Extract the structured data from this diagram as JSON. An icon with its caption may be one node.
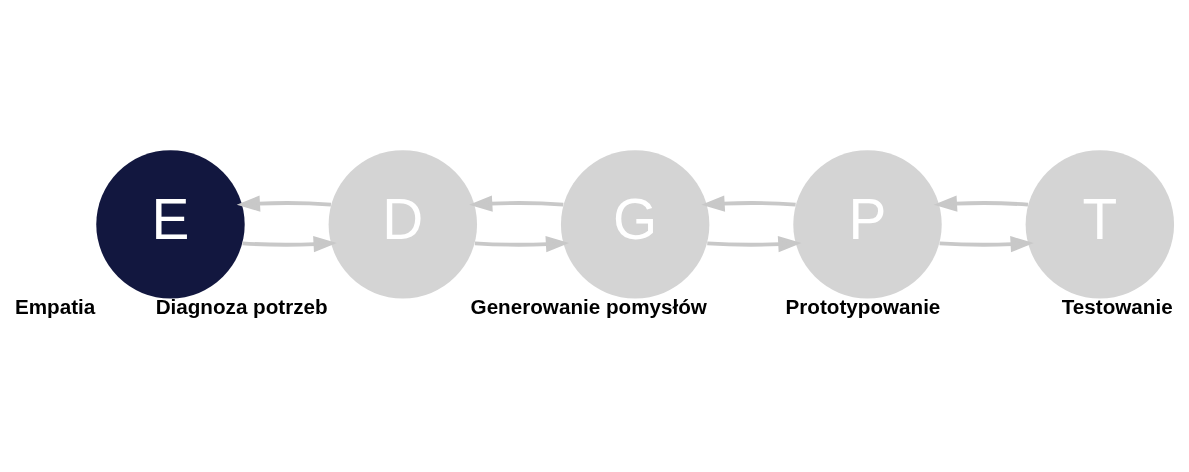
{
  "diagram": {
    "nodes": [
      {
        "text": [
          "E"
        ],
        "beside": [
          "Empatia"
        ]
      },
      {
        "text": [
          "D"
        ],
        "beside": [
          "Diagnoza potrzeb"
        ]
      },
      {
        "text": [
          "G"
        ],
        "beside": [
          "Generowanie pomysłów"
        ]
      },
      {
        "text": [
          "P"
        ],
        "beside": [
          "Prototypowanie"
        ]
      },
      {
        "text": [
          "T"
        ],
        "beside": [
          "Testowanie"
        ]
      }
    ],
    "edges": [
      {
        "from": 0,
        "to": 1,
        "arrow": "to"
      },
      {
        "from": 1,
        "to": 2,
        "arrow": "to"
      },
      {
        "from": 2,
        "to": 3,
        "arrow": "to"
      },
      {
        "from": 3,
        "to": 4,
        "arrow": "to"
      },
      {
        "from": 1,
        "to": 0,
        "arrow": "to"
      },
      {
        "from": 2,
        "to": 1,
        "arrow": "to"
      },
      {
        "from": 3,
        "to": 2,
        "arrow": "to"
      },
      {
        "from": 4,
        "to": 3,
        "arrow": "to"
      }
    ]
  }
}
